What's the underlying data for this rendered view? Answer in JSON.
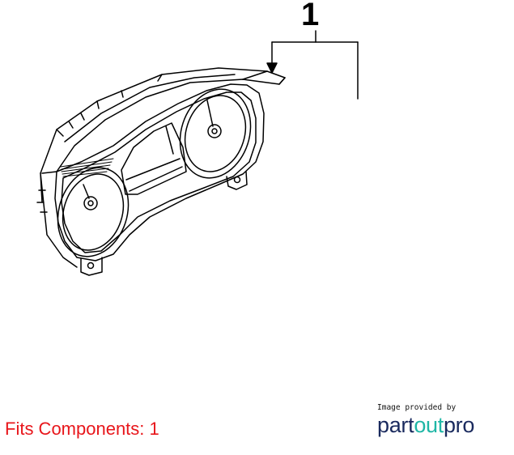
{
  "diagram": {
    "callout": "1"
  },
  "footer": {
    "fits_label": "Fits Components: 1",
    "fits_color": "#e8161b"
  },
  "credit": {
    "caption": "Image provided by",
    "logo_part1": "part",
    "logo_part2": "out",
    "logo_part3": "pro",
    "logo_dark_color": "#1a2a5e",
    "logo_accent_color": "#1fb6a6"
  }
}
